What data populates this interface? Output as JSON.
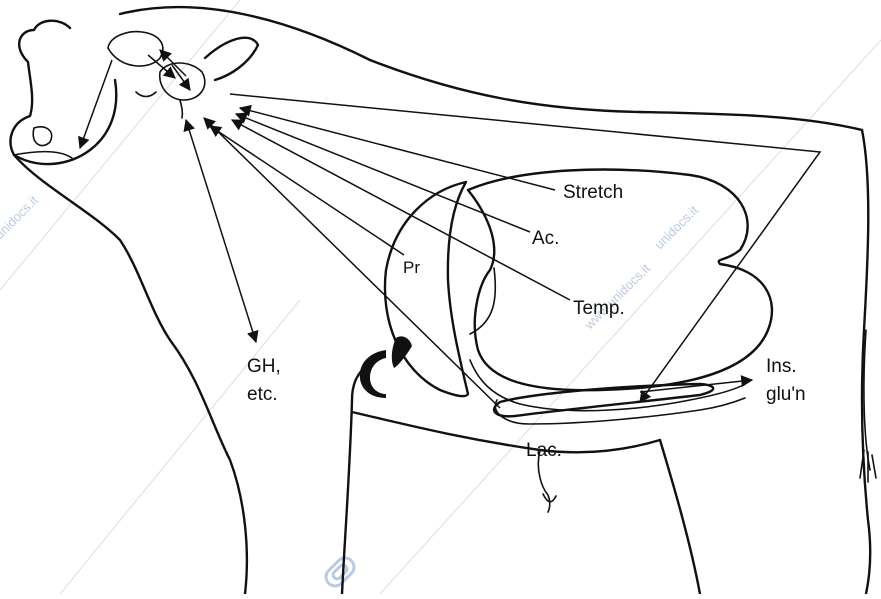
{
  "watermark": {
    "text_1": "unidocs.it",
    "text_2": "www.unidocs.it",
    "text_3": "unidocs.it"
  },
  "labels": {
    "stretch": "Stretch",
    "ac": "Ac.",
    "temp": "Temp.",
    "pr": "Pr",
    "gh": "GH,",
    "etc": "etc.",
    "ins": "Ins.",
    "glun": "glu'n",
    "lac": "Lac."
  }
}
